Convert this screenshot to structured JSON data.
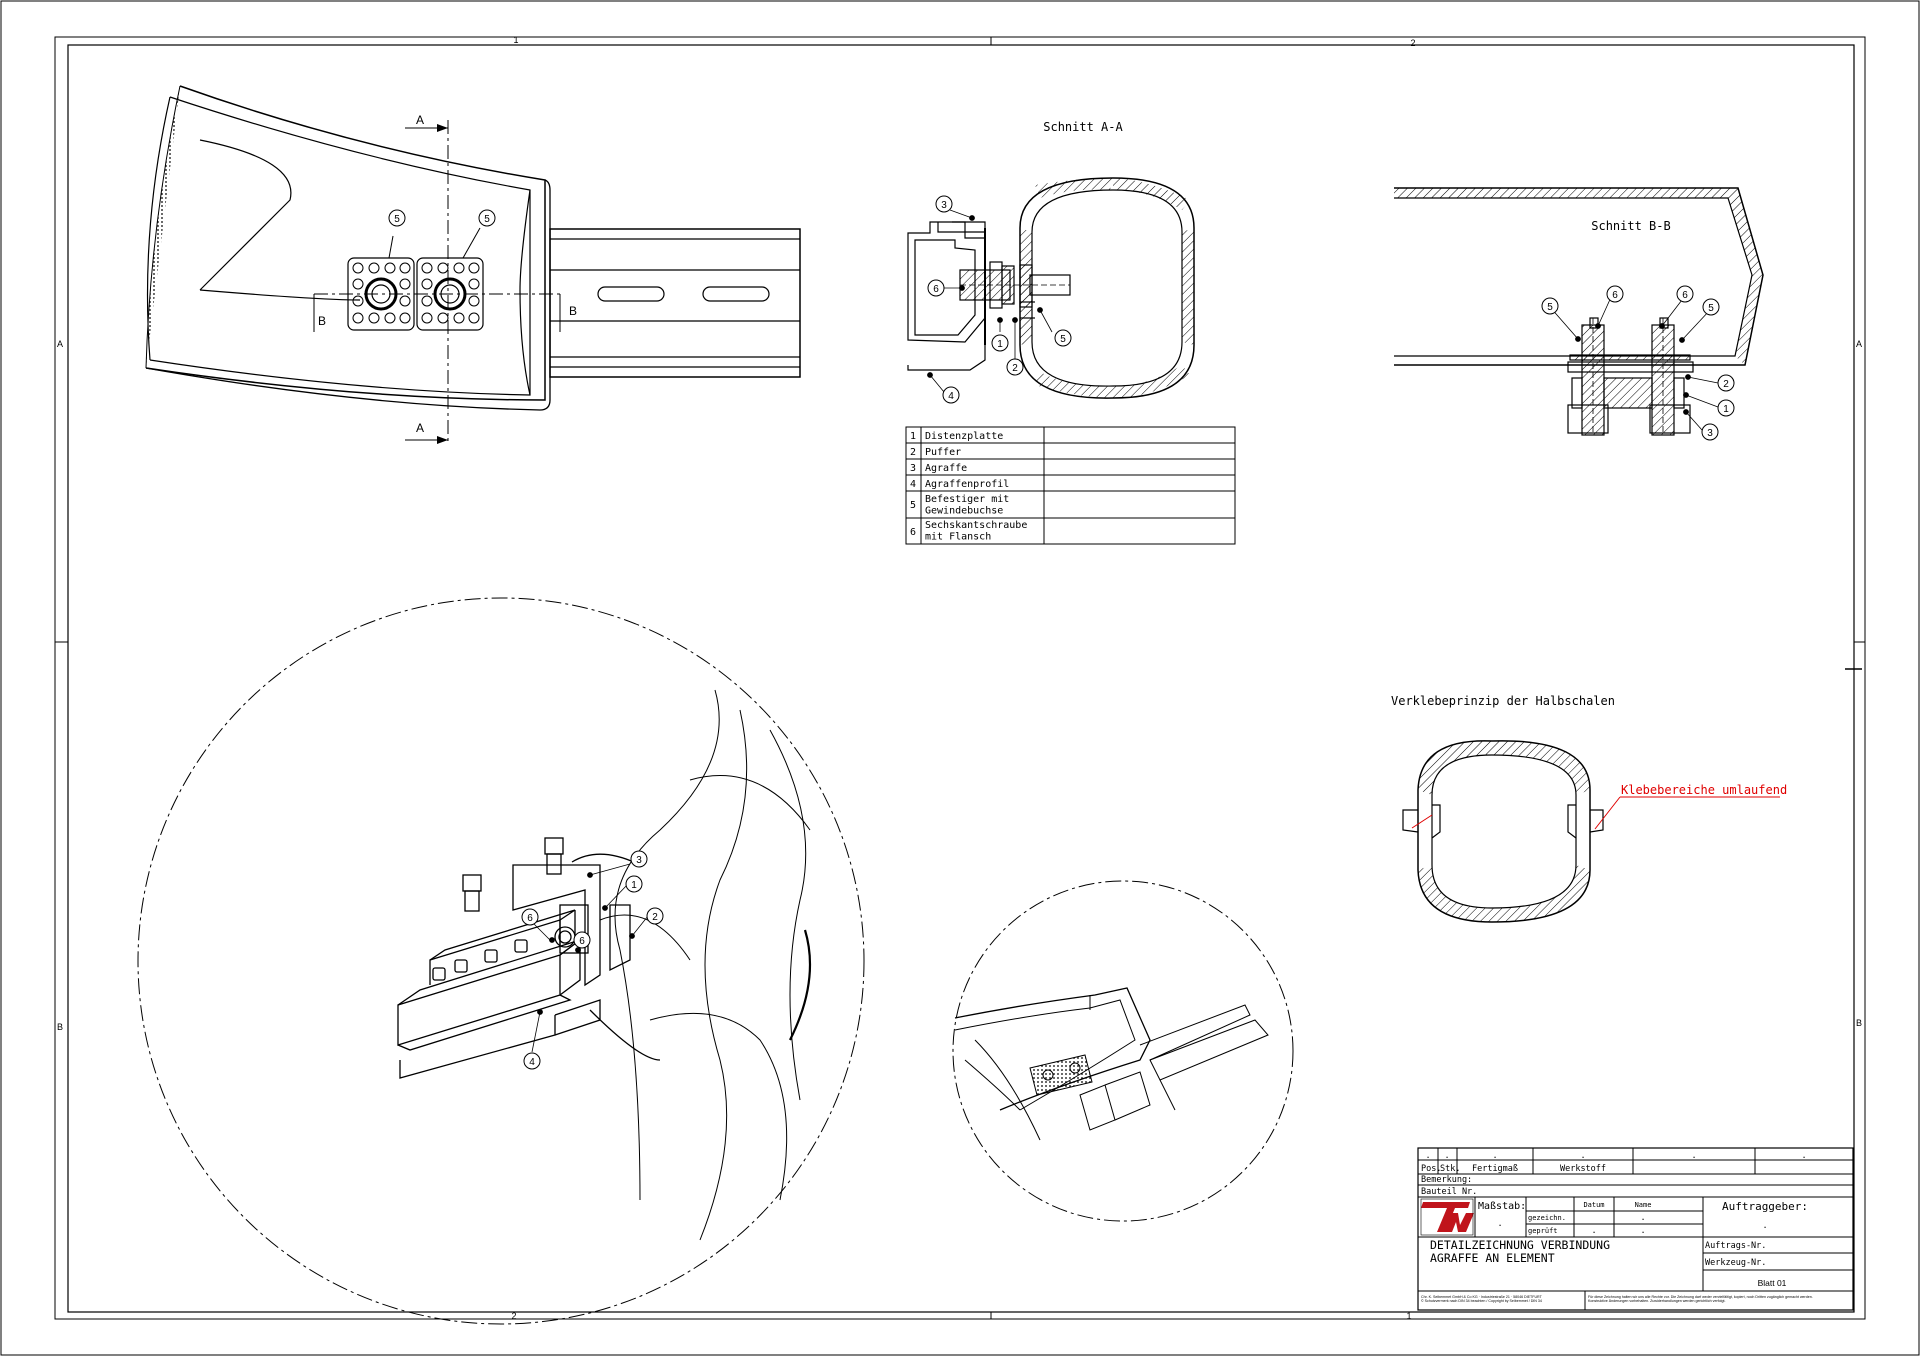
{
  "frame": {
    "zone_cols": [
      "1",
      "2"
    ],
    "zone_rows": [
      "A",
      "B"
    ]
  },
  "section_aa": {
    "title": "Schnitt A-A",
    "mark": "A"
  },
  "section_bb": {
    "title": "Schnitt B-B",
    "mark": "B"
  },
  "glue_view": {
    "title": "Verklebeprinzip der Halbschalen",
    "callout": "Klebebereiche umlaufend"
  },
  "balloons": [
    "1",
    "2",
    "3",
    "4",
    "5",
    "6"
  ],
  "parts": [
    {
      "pos": "1",
      "name": "Distenzplatte"
    },
    {
      "pos": "2",
      "name": "Puffer"
    },
    {
      "pos": "3",
      "name": "Agraffe"
    },
    {
      "pos": "4",
      "name": "Agraffenprofil"
    },
    {
      "pos": "5",
      "name": "Befestiger mit\nGewindebuchse"
    },
    {
      "pos": "6",
      "name": "Sechskantschraube\nmit Flansch"
    }
  ],
  "title_block": {
    "dot": ".",
    "pos_label": "Pos.",
    "stk_label": "Stk.",
    "fertigmass_label": "Fertigmaß",
    "werkstoff_label": "Werkstoff",
    "bemerkung_label": "Bemerkung:",
    "bauteil_label": "Bauteil Nr.",
    "massstab_label": "Maßstab:",
    "datum_label": "Datum",
    "name_label": "Name",
    "gezeichnet_label": "gezeichn.",
    "geprueft_label": "geprüft",
    "auftraggeber_label": "Auftraggeber:",
    "auftrags_nr_label": "Auftrags-Nr.",
    "werkzeug_nr_label": "Werkzeug-Nr.",
    "blatt_label": "Blatt 01",
    "title_line1": "DETAILZEICHNUNG VERBINDUNG",
    "title_line2": "AGRAFFE AN  ELEMENT",
    "company_footer": "Chr. K. Seibemmet GmbH & Co KG · Industriestraße 21 · 58046 DIETFURT\n© Schutzvermerk nach DIN 34 beachten / Copyright by Seibemmet / DIN 34",
    "copyright_footer": "Für diese Zeichnung halten wir uns alle Rechte vor. Die Zeichnung darf weder vervielfältigt, kopiert, noch Dritten zugänglich gemacht werden.\nKonstruktive Änderungen vorbehalten. Zuwiderhandlungen werden gerichtlich verfolgt."
  },
  "colors": {
    "line": "#000000",
    "annotation": "#e00000",
    "logo_red": "#c0141b"
  }
}
